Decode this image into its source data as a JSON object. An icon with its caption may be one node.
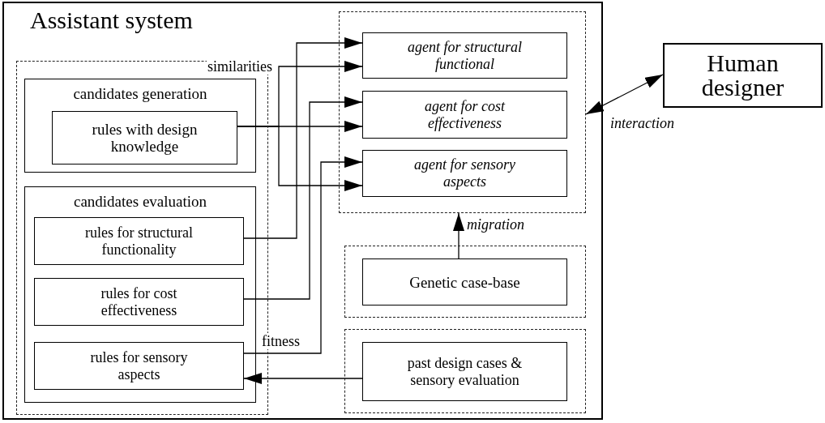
{
  "diagram": {
    "nodes": [
      {
        "text": [
          "Assistant system"
        ]
      },
      {
        "text": [],
        "shape": "box",
        "in": 0
      },
      {
        "text": [
          "candidates generation"
        ],
        "in": 1
      },
      {
        "text": [
          "rules with design knowledge"
        ],
        "in": 2
      },
      {
        "text": [
          "candidates evaluation"
        ],
        "in": 1
      },
      {
        "text": [
          "rules for structural functionality"
        ],
        "in": 4
      },
      {
        "text": [
          "rules for cost effectiveness"
        ],
        "in": 4
      },
      {
        "text": [
          "rules for sensory aspects"
        ],
        "in": 4
      },
      {
        "text": [],
        "shape": "box",
        "in": 0
      },
      {
        "text": [
          "agent for structural functional"
        ],
        "in": 8
      },
      {
        "text": [
          "agent for cost effectiveness"
        ],
        "in": 8
      },
      {
        "text": [
          "agent for sensory aspects"
        ],
        "in": 8
      },
      {
        "text": [],
        "shape": "box",
        "in": 0
      },
      {
        "text": [
          "Genetic case-base"
        ],
        "in": 12
      },
      {
        "text": [],
        "shape": "box",
        "in": 0
      },
      {
        "text": [
          "past design cases & sensory evaluation"
        ],
        "in": 14
      },
      {
        "text": [
          "Human designer"
        ]
      }
    ],
    "edges": [
      {
        "from": 3,
        "to": 9,
        "arrow": "to",
        "label": "similarities"
      },
      {
        "from": 3,
        "to": 10,
        "arrow": "to"
      },
      {
        "from": 3,
        "to": 11,
        "arrow": "to"
      },
      {
        "from": 5,
        "to": 9,
        "arrow": "to"
      },
      {
        "from": 6,
        "to": 10,
        "arrow": "to"
      },
      {
        "from": 7,
        "to": 11,
        "arrow": "to",
        "label": "fitness"
      },
      {
        "from": 13,
        "to": 8,
        "arrow": "to",
        "label": "migration"
      },
      {
        "from": 15,
        "to": 7,
        "arrow": "to"
      },
      {
        "from": 16,
        "to": 8,
        "arrow": "both",
        "label": "interaction"
      }
    ]
  }
}
